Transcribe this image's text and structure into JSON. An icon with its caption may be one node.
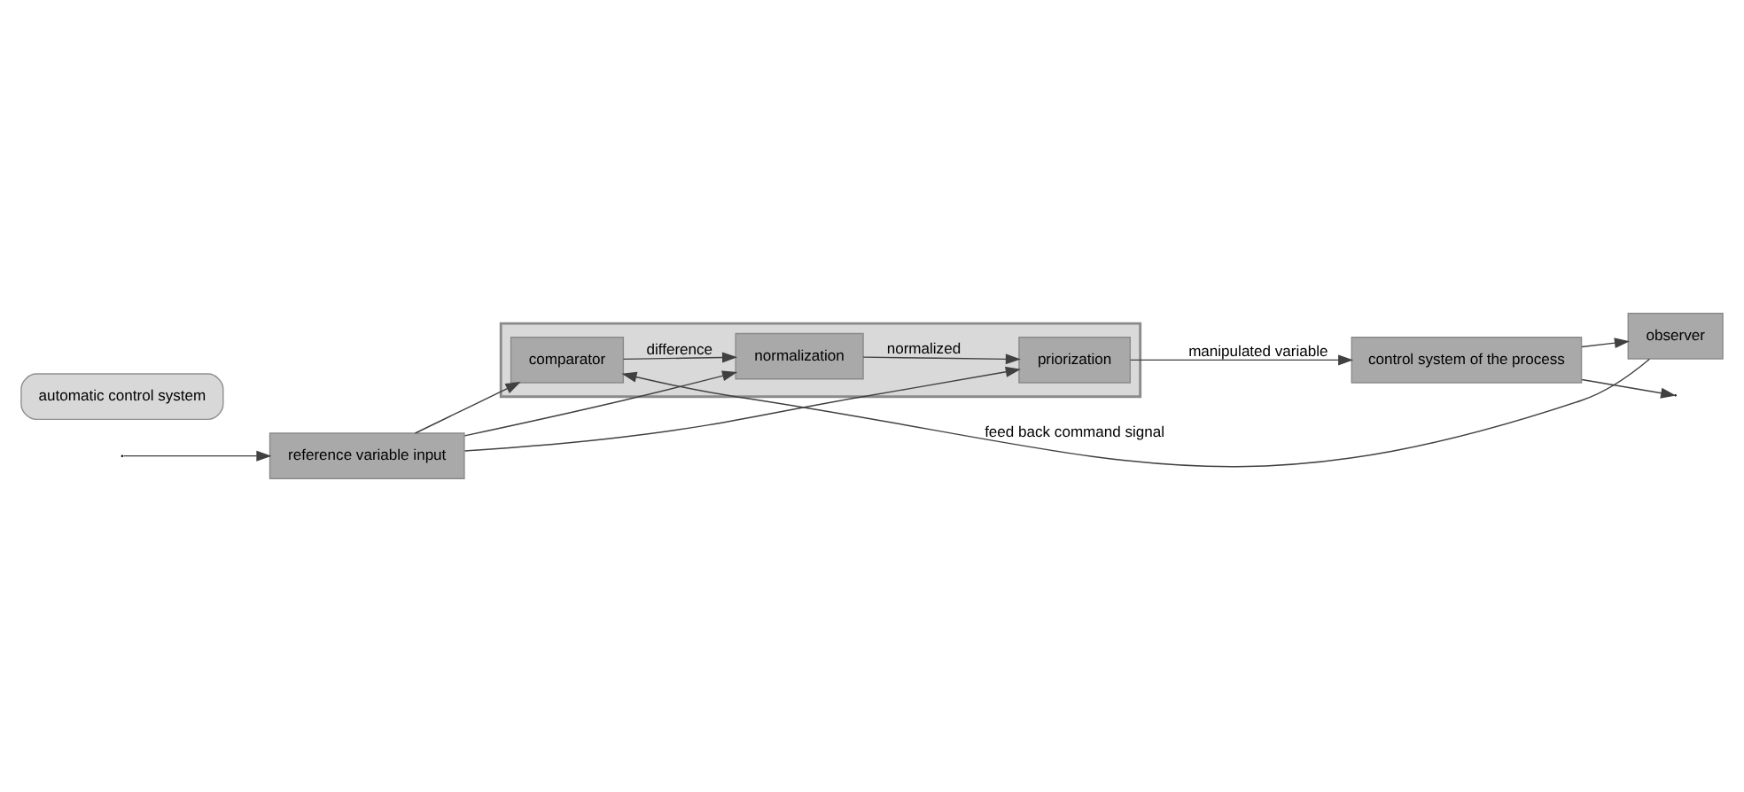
{
  "diagram": {
    "nodes": [
      {
        "text": [],
        "shape": "box"
      },
      {
        "text": [
          "automatic control system"
        ]
      },
      {
        "text": [
          "reference variable input"
        ]
      },
      {
        "text": [
          "comparator"
        ],
        "in": 0
      },
      {
        "text": [
          "normalization"
        ],
        "in": 0
      },
      {
        "text": [
          "priorization"
        ],
        "in": 0
      },
      {
        "text": [
          "control system of the process"
        ]
      },
      {
        "text": [
          "observer"
        ]
      }
    ],
    "edges": [
      {
        "from": null,
        "to": 2,
        "arrow": "to"
      },
      {
        "from": 2,
        "to": 3,
        "arrow": "to"
      },
      {
        "from": 2,
        "to": 4,
        "arrow": "to"
      },
      {
        "from": 2,
        "to": 5,
        "arrow": "to"
      },
      {
        "from": 3,
        "to": 4,
        "label": "difference",
        "arrow": "to"
      },
      {
        "from": 4,
        "to": 5,
        "label": "normalized",
        "arrow": "to"
      },
      {
        "from": 5,
        "to": 6,
        "label": "manipulated variable",
        "arrow": "to"
      },
      {
        "from": 6,
        "to": null,
        "arrow": "to"
      },
      {
        "from": 6,
        "to": 7,
        "arrow": "to"
      },
      {
        "from": 7,
        "to": 3,
        "label": "feed back command signal",
        "arrow": "to"
      }
    ]
  }
}
